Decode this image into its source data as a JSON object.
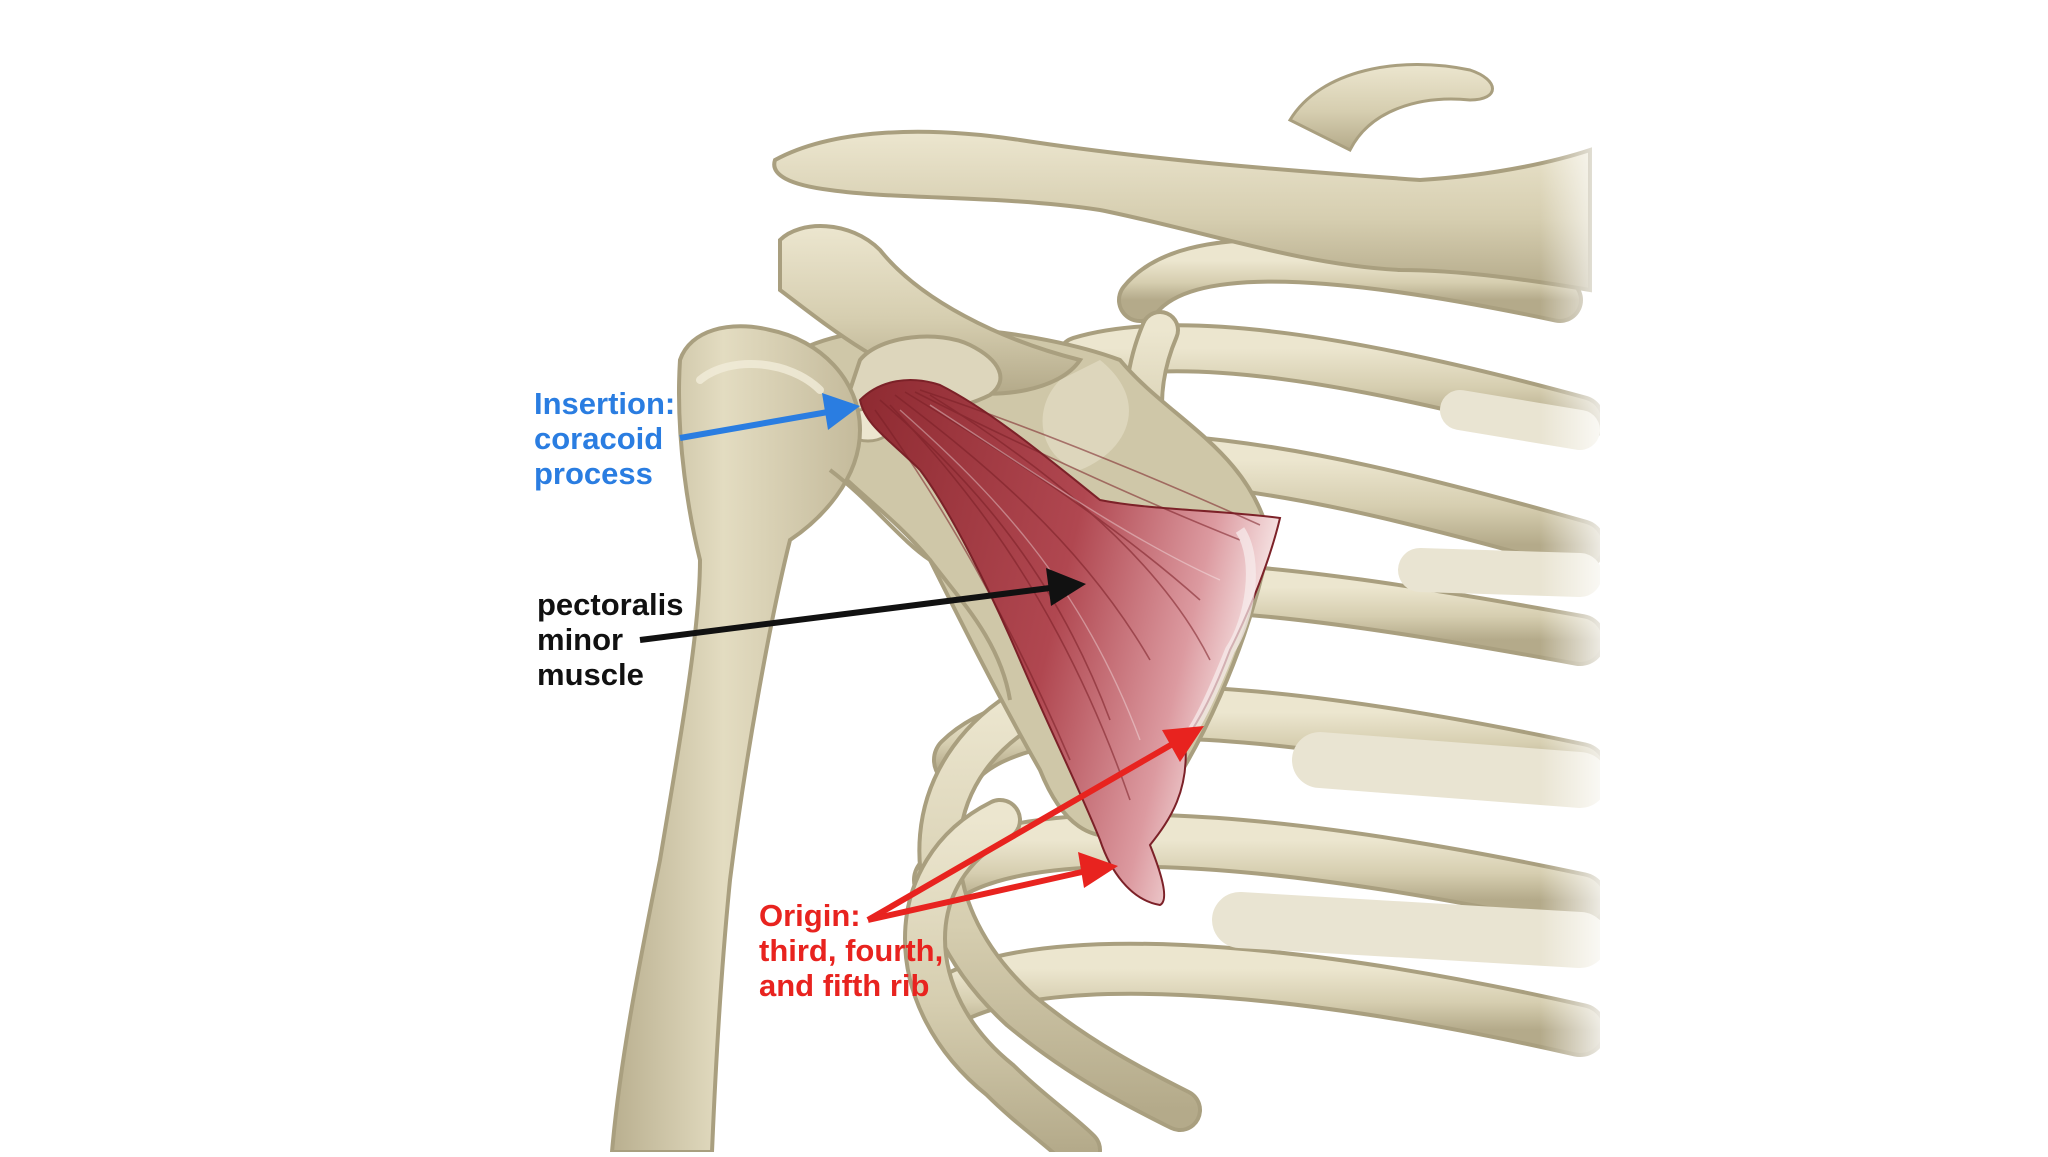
{
  "colors": {
    "background": "#ffffff",
    "bone": "#d6ceb0",
    "bone_shadow": "#a99f7f",
    "bone_light": "#ece6cf",
    "muscle": "#a8363d",
    "muscle_light": "#f2dcdc",
    "insertion_label": "#2a7de1",
    "muscle_label": "#111111",
    "origin_label": "#e8231f"
  },
  "labels": {
    "insertion": {
      "lines": [
        "Insertion:",
        "coracoid",
        "process"
      ]
    },
    "muscle": {
      "lines": [
        "pectoralis",
        "minor",
        "muscle"
      ]
    },
    "origin": {
      "lines": [
        "Origin:",
        "third, fourth,",
        "and fifth rib"
      ]
    }
  },
  "structures": [
    "humerus",
    "clavicle",
    "scapula",
    "coracoid-process",
    "ribs",
    "pectoralis-minor"
  ]
}
